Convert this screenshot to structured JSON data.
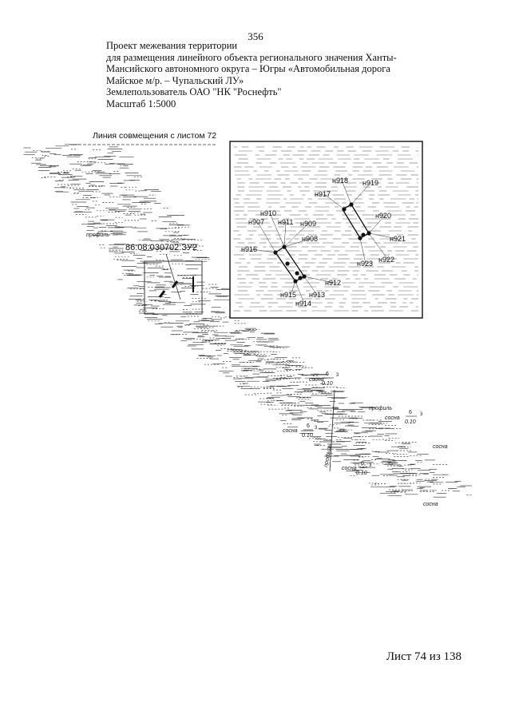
{
  "page_number": "356",
  "header": {
    "lines": [
      "Проект межевания территории",
      "для размещения линейного объекта регионального значения Ханты-",
      "Мансийского автономного округа – Югры  «Автомобильная дорога",
      "Майское м/р. – Чупальский ЛУ»",
      "Землепользователь ОАО \"НК \"Роснефть\"",
      "Масштаб 1:5000"
    ]
  },
  "map": {
    "match_line_label": "Линия совмещения с листом 72",
    "parcel_id": "86:08:030702:ЗУ2",
    "profile_labels": [
      "профиль",
      "профиль",
      "профиль"
    ],
    "forest_labels": [
      "сосна",
      "сосна",
      "сосна",
      "сосна",
      "сосна",
      "сосна"
    ],
    "forest_fractions": [
      {
        "num": "6",
        "den": "0.10",
        "sup": "3"
      },
      {
        "num": "6",
        "den": "0.10",
        "sup": "3"
      },
      {
        "num": "6",
        "den": "0.10",
        "sup": "3"
      },
      {
        "num": "6",
        "den": "0.10",
        "sup": "3"
      }
    ],
    "inset_points": [
      "н918",
      "н919",
      "н917",
      "н920",
      "н921",
      "н910",
      "н907",
      "н911",
      "н909",
      "н908",
      "н916",
      "н922",
      "н923",
      "н912",
      "н915",
      "н913",
      "н914"
    ],
    "line_color": "#222222"
  },
  "footer": {
    "sheet_label": "Лист 74 из 138"
  }
}
